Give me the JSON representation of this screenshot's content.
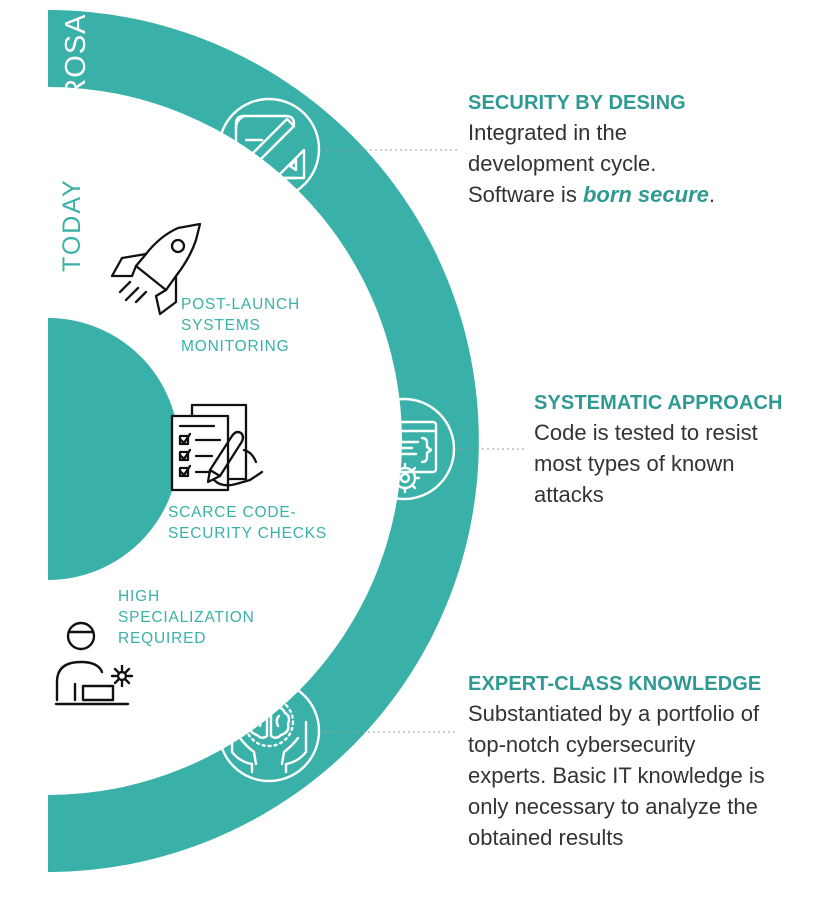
{
  "colors": {
    "teal": "#3ab1a8",
    "dark_teal": "#2e9a93",
    "text": "#333333",
    "icon": "#111111"
  },
  "band_labels": {
    "outer": "PROSA",
    "inner": "TODAY"
  },
  "today_items": [
    {
      "icon": "rocket-icon",
      "lines": [
        "POST-LAUNCH",
        "SYSTEMS",
        "MONITORING"
      ]
    },
    {
      "icon": "checklist-icon",
      "lines": [
        "SCARCE CODE-",
        "SECURITY CHECKS"
      ]
    },
    {
      "icon": "specialist-icon",
      "lines": [
        "HIGH",
        "SPECIALIZATION",
        "REQUIRED"
      ]
    }
  ],
  "prosa_items": [
    {
      "icon": "blueprint-icon",
      "title": "SECURITY BY DESING",
      "lines": [
        "Integrated in the",
        "development cycle."
      ],
      "last_line": {
        "prefix": "Software is ",
        "emphasis": "born secure",
        "suffix": "."
      }
    },
    {
      "icon": "code-gear-icon",
      "title": "SYSTEMATIC APPROACH",
      "lines": [
        "Code is tested to resist",
        "most types of known",
        "attacks"
      ]
    },
    {
      "icon": "brain-hands-icon",
      "title": "EXPERT-CLASS KNOWLEDGE",
      "lines": [
        "Substantiated by a portfolio of",
        "top-notch cybersecurity",
        "experts. Basic IT knowledge is",
        "only necessary to analyze the",
        "obtained results"
      ]
    }
  ]
}
